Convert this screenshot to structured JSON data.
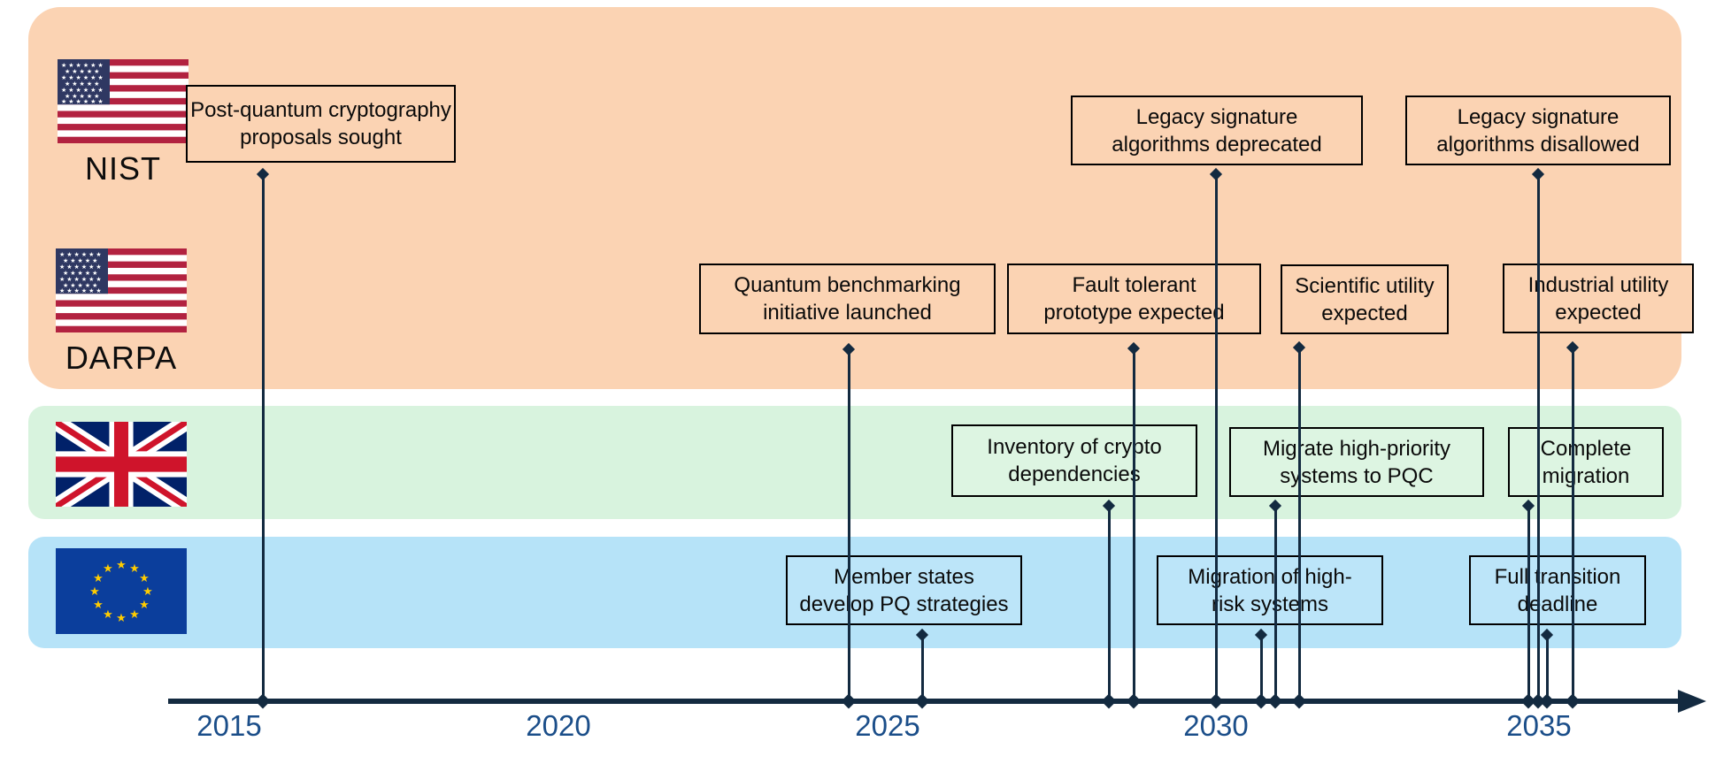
{
  "title_hint": "Post-quantum cryptography and quantum computing milestones timeline",
  "colors": {
    "nist_darpa_band": "#fbd3b3",
    "uk_band": "#d8f3de",
    "eu_band": "#b6e3f8",
    "connector_navy": "#132a40",
    "year_label_blue": "#1b4e89",
    "box_border": "#000000"
  },
  "rows": {
    "nist": {
      "label": "NIST",
      "flag": "us-flag"
    },
    "darpa": {
      "label": "DARPA",
      "flag": "us-flag"
    },
    "uk": {
      "flag": "uk-flag"
    },
    "eu": {
      "flag": "eu-flag"
    }
  },
  "axis": {
    "years": {
      "y2015": "2015",
      "y2020": "2020",
      "y2025": "2025",
      "y2030": "2030",
      "y2035": "2035"
    }
  },
  "events": [
    {
      "org": "NIST",
      "line1": "Post-quantum cryptography",
      "line2": "proposals sought",
      "approx_year": 2016
    },
    {
      "org": "NIST",
      "line1": "Legacy signature",
      "line2": "algorithms deprecated",
      "approx_year": 2030
    },
    {
      "org": "NIST",
      "line1": "Legacy signature",
      "line2": "algorithms disallowed",
      "approx_year": 2035
    },
    {
      "org": "DARPA",
      "line1": "Quantum benchmarking",
      "line2": "initiative launched",
      "approx_year": 2024.5
    },
    {
      "org": "DARPA",
      "line1": "Fault tolerant",
      "line2": "prototype expected",
      "approx_year": 2028.8
    },
    {
      "org": "DARPA",
      "line1": "Scientific utility",
      "line2": "expected",
      "approx_year": 2031.3
    },
    {
      "org": "DARPA",
      "line1": "Industrial utility",
      "line2": "expected",
      "approx_year": 2035.5
    },
    {
      "org": "UK",
      "line1": "Inventory of crypto",
      "line2": "dependencies",
      "approx_year": 2028.4
    },
    {
      "org": "UK",
      "line1": "Migrate high-priority",
      "line2": "systems to PQC",
      "approx_year": 2031
    },
    {
      "org": "UK",
      "line1": "Complete",
      "line2": "migration",
      "approx_year": 2034.8
    },
    {
      "org": "EU",
      "line1": "Member states",
      "line2": "develop PQ strategies",
      "approx_year": 2025.6
    },
    {
      "org": "EU",
      "line1": "Migration of high-",
      "line2": "risk systems",
      "approx_year": 2030.8
    },
    {
      "org": "EU",
      "line1": "Full transition",
      "line2": "deadline",
      "approx_year": 2035.1
    }
  ]
}
